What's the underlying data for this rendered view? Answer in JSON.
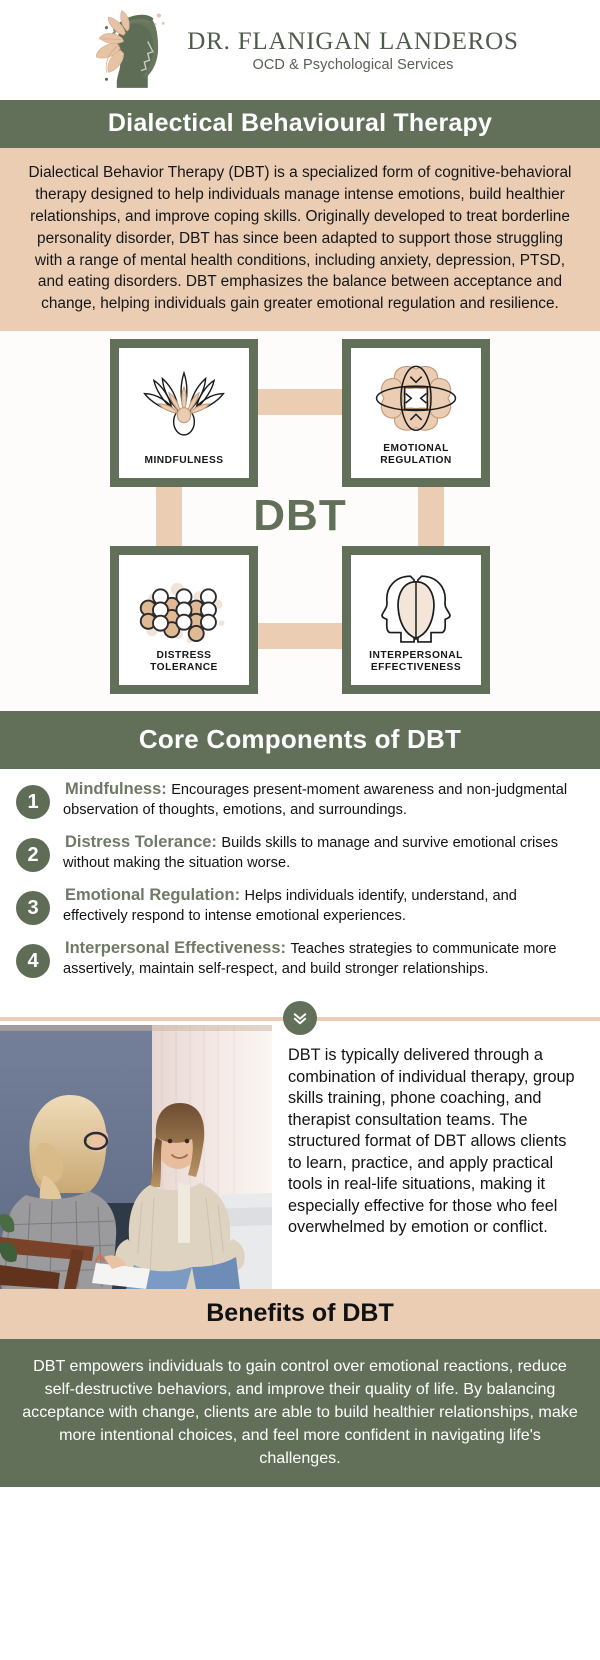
{
  "brand": {
    "name_prefix": "D",
    "name": "DR. FLANIGAN LANDEROS",
    "tagline": "OCD & Psychological Services",
    "logo_icon": "head-profile-leaves-logo",
    "green": "#62705a",
    "peach": "#eacdb3"
  },
  "header": {
    "title": "Dialectical Behavioural Therapy"
  },
  "intro": {
    "paragraph": "Dialectical Behavior Therapy (DBT) is a specialized form of cognitive-behavioral therapy designed to help individuals manage intense emotions, build healthier relationships, and improve coping skills. Originally developed to treat borderline personality disorder, DBT has since been adapted to support those struggling with a range of mental health conditions, including anxiety, depression, PTSD, and eating disorders. DBT emphasizes the balance between acceptance and change, helping individuals gain greater emotional regulation and resilience."
  },
  "diagram": {
    "center_label": "DBT",
    "quadrants": [
      {
        "label": "MINDFULNESS",
        "icon": "lotus-flower-icon",
        "position": "top-left"
      },
      {
        "label": "EMOTIONAL REGULATION",
        "icon": "atom-icon",
        "position": "top-right"
      },
      {
        "label": "DISTRESS TOLERANCE",
        "icon": "bubbles-cluster-icon",
        "position": "bottom-left"
      },
      {
        "label": "INTERPERSONAL EFFECTIVENESS",
        "icon": "two-heads-icon",
        "position": "bottom-right"
      }
    ]
  },
  "components": {
    "section_title": "Core Components of DBT",
    "items": [
      {
        "number": "1",
        "title": "Mindfulness:",
        "desc": "Encourages present-moment awareness and non-judgmental observation of thoughts, emotions, and surroundings."
      },
      {
        "number": "2",
        "title": "Distress Tolerance:",
        "desc": "Builds skills to manage and survive emotional crises without making the situation worse."
      },
      {
        "number": "3",
        "title": "Emotional Regulation:",
        "desc": "Helps individuals identify, understand, and effectively respond to intense emotional experiences."
      },
      {
        "number": "4",
        "title": "Interpersonal Effectiveness:",
        "desc": "Teaches strategies to communicate more assertively, maintain self-respect, and build stronger relationships."
      }
    ]
  },
  "divider": {
    "icon": "double-chevron-down-icon"
  },
  "media": {
    "photo_alt": "therapy-session-two-women-photo",
    "paragraph": "DBT is typically delivered through a combination of individual therapy, group skills training, phone coaching, and therapist consultation teams. The structured format of DBT allows clients to learn, practice, and apply practical tools in real-life situations, making it especially effective for those who feel overwhelmed by emotion or conflict."
  },
  "benefits": {
    "title": "Benefits of DBT",
    "paragraph": "DBT empowers individuals to gain control over emotional reactions, reduce self-destructive behaviors, and improve their quality of life. By balancing acceptance with change, clients are able to build healthier relationships, make more intentional choices, and feel more confident in navigating life's challenges."
  }
}
